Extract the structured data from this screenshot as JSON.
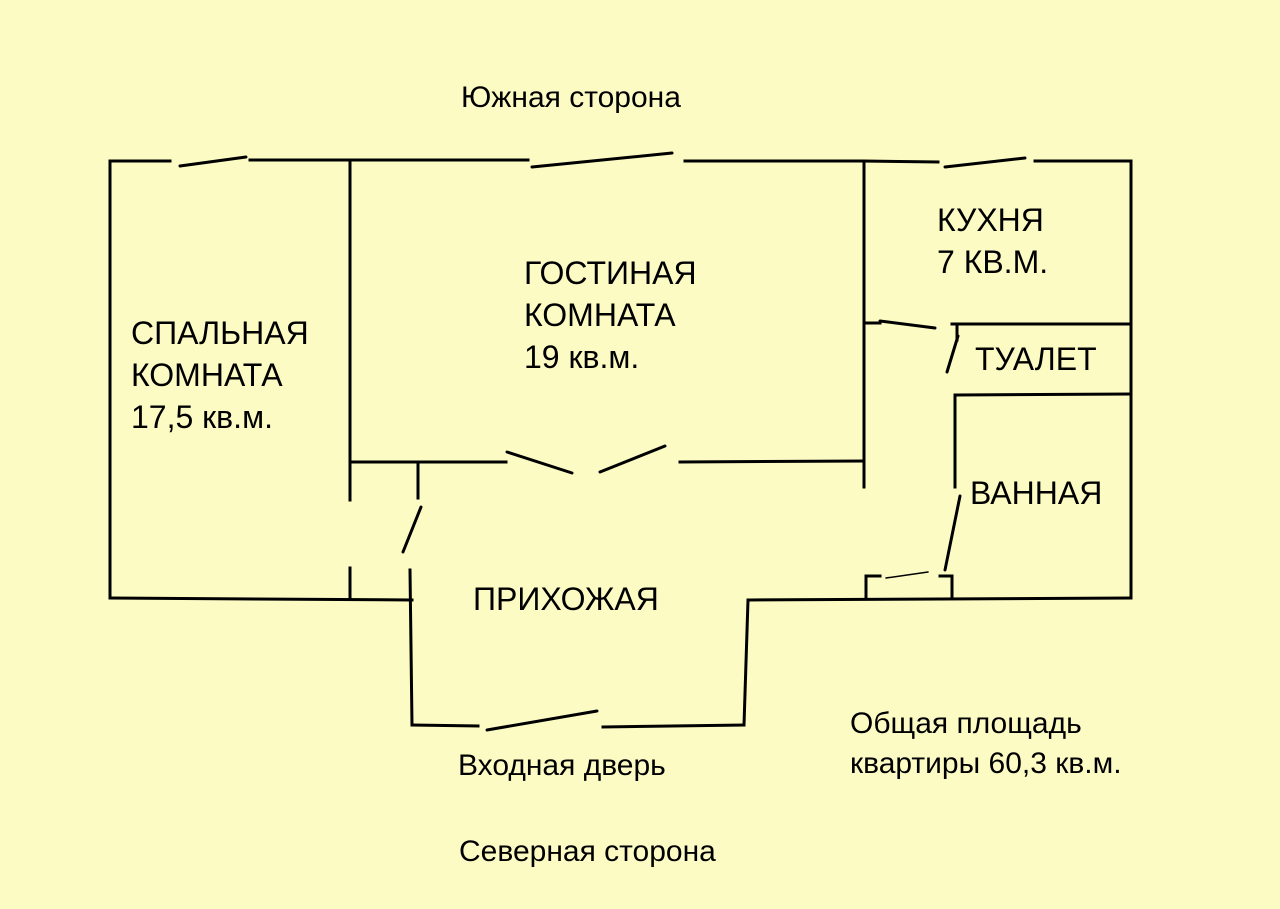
{
  "labels": {
    "south_side": "Южная сторона",
    "north_side": "Северная сторона",
    "entrance_door": "Входная дверь"
  },
  "rooms": {
    "bedroom": {
      "line1": "СПАЛЬНАЯ",
      "line2": "КОМНАТА",
      "area": "17,5 кв.м."
    },
    "living": {
      "line1": "ГОСТИНАЯ",
      "line2": "КОМНАТА",
      "area": "19 кв.м."
    },
    "kitchen": {
      "line1": "КУХНЯ",
      "line2": "7 КВ.М."
    },
    "toilet": {
      "name": "ТУАЛЕТ"
    },
    "bathroom": {
      "name": "ВАННАЯ"
    },
    "hallway": {
      "name": "ПРИХОЖАЯ"
    }
  },
  "total_area": {
    "line1": "Общая площадь",
    "line2": "квартиры 60,3 кв.м."
  },
  "colors": {
    "background": "#fdfbc4",
    "lines": "#000000",
    "text": "#000000"
  }
}
